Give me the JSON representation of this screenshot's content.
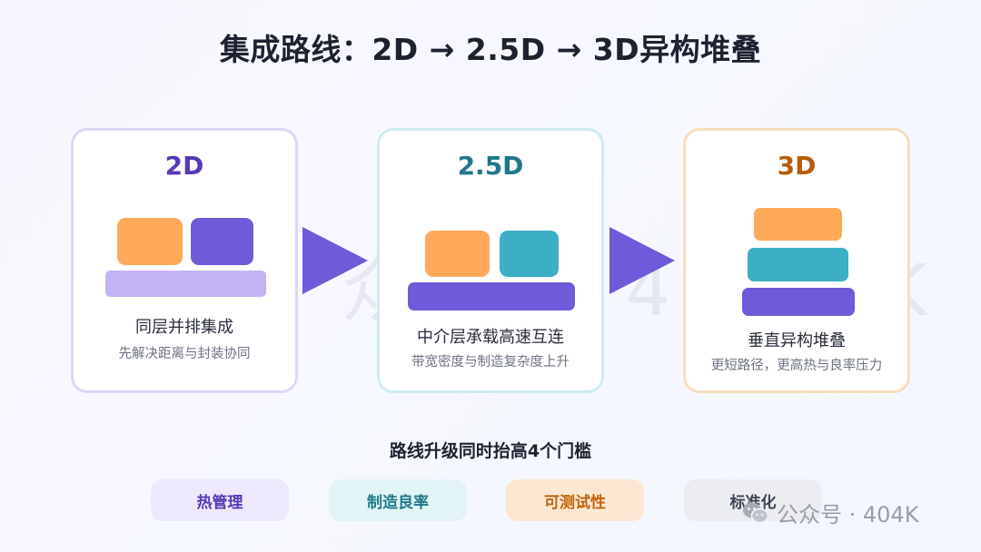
{
  "title": "集成路线：2D → 2.5D → 3D异构堆叠",
  "cards": [
    {
      "title": "2D",
      "main": "同层并排集成",
      "sub": "先解决距离与封装协同"
    },
    {
      "title": "2.5D",
      "main": "中介层承载高速互连",
      "sub": "带宽密度与制造复杂度上升"
    },
    {
      "title": "3D",
      "main": "垂直异构堆叠",
      "sub": "更短路径，更高热与良率压力"
    }
  ],
  "subtitle": "路线升级同时抬高4个门槛",
  "thresholds": [
    "热管理",
    "制造良率",
    "可测试性",
    "标准化"
  ],
  "watermark": "公众号 404K",
  "brand": {
    "text": "公众号 · 404K",
    "icon": "wechat-icon"
  },
  "colors": {
    "orange": "#ffa95b",
    "purple": "#6f5ad9",
    "teal": "#3caec6",
    "lavender": "#c4b3f2",
    "arrow": "#6f5ad9"
  }
}
